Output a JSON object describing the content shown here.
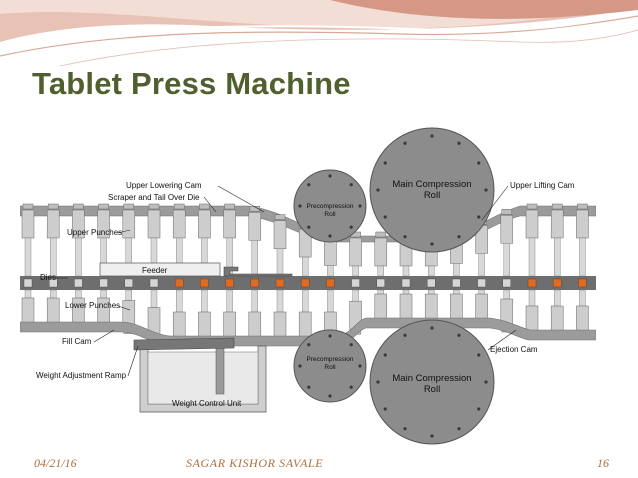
{
  "slide": {
    "title": "Tablet Press Machine",
    "footer_date": "04/21/16",
    "footer_author": "SAGAR KISHOR SAVALE",
    "footer_page": "16"
  },
  "diagram": {
    "labels": {
      "upper_lowering_cam": "Upper Lowering Cam",
      "scraper": "Scraper and Tail Over Die",
      "upper_punches": "Upper Punches",
      "dies": "Dies",
      "feeder": "Feeder",
      "lower_punches": "Lower Punches",
      "fill_cam": "Fill Cam",
      "weight_adjustment_ramp": "Weight Adjustment Ramp",
      "weight_control_unit": "Weight Control Unit",
      "upper_lifting_cam": "Upper  Lifting Cam",
      "ejection_cam": "Ejection Cam",
      "main_compression_roll_line1": "Main Compression",
      "main_compression_roll_line2": "Roll",
      "precompression_roll_line1": "Precompression",
      "precompression_roll_line2": "Roll"
    }
  },
  "colors": {
    "title": "#4f5f2d",
    "footer": "#a9713f",
    "swoosh": "#c77b5e",
    "roll_fill": "#8c8c8c",
    "punch_fill": "#cdcdcd",
    "granule_orange": "#e06a1f"
  }
}
